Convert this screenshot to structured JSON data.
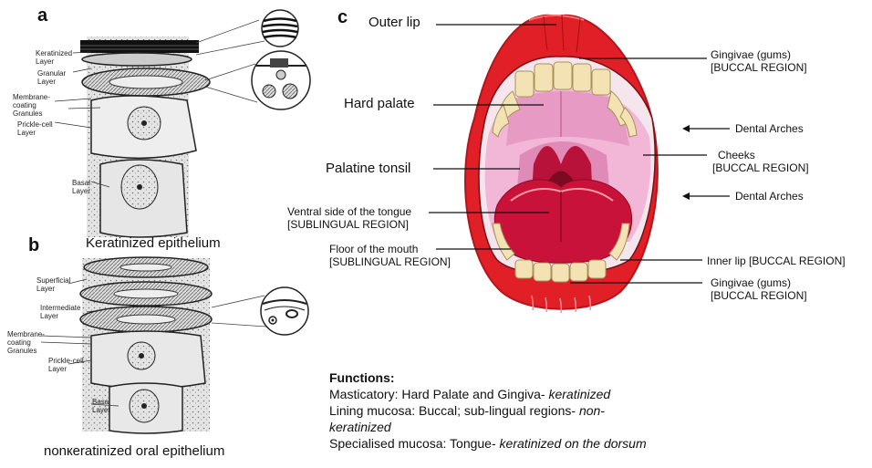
{
  "panels": {
    "a": {
      "letter": "a",
      "caption": "Keratinized epithelium",
      "labels": {
        "keratinized": [
          "Keratinized",
          "Layer"
        ],
        "granular": [
          "Granular",
          "Layer"
        ],
        "membrane": [
          "Membrane-",
          "coating",
          "Granules"
        ],
        "prickle": [
          "Prickle-cell",
          "Layer"
        ],
        "basal": [
          "Basal",
          "Layer"
        ]
      }
    },
    "b": {
      "letter": "b",
      "caption": "nonкeratinized oral epithelium",
      "labels": {
        "superficial": [
          "Superficial",
          "Layer"
        ],
        "intermediate": [
          "Intermediate",
          "Layer"
        ],
        "membrane": [
          "Membrane-",
          "coating",
          "Granules"
        ],
        "prickle": [
          "Prickle-cell",
          "Layer"
        ],
        "basal": [
          "Basal",
          "Layer"
        ]
      }
    },
    "c": {
      "letter": "c",
      "labels": {
        "outer_lip": "Outer lip",
        "hard_palate": "Hard palate",
        "palatine_tonsil": "Palatine tonsil",
        "ventral": [
          "Ventral side of the tongue",
          "[SUBLINGUAL REGION]"
        ],
        "floor": [
          "Floor of the mouth",
          "[SUBLINGUAL REGION]"
        ],
        "gingivae_top": [
          "Gingivae (gums)",
          "[BUCCAL REGION]"
        ],
        "dental_arches_1": "Dental Arches",
        "cheeks": [
          "Cheeks",
          "[BUCCAL REGION]"
        ],
        "dental_arches_2": "Dental Arches",
        "inner_lip": "Inner lip [BUCCAL REGION]",
        "gingivae_bottom": [
          "Gingivae (gums)",
          "[BUCCAL REGION]"
        ]
      }
    }
  },
  "functions": {
    "title": "Functions:",
    "lines": [
      {
        "plain": "Masticatory: Hard Palate and Gingiva- ",
        "italic": "keratinized"
      },
      {
        "plain": "Lining mucosa: Buccal; sub-lingual regions- ",
        "italic": "non-"
      },
      {
        "plain": "",
        "italic": "keratinized"
      },
      {
        "plain": "Specialised mucosa: Tongue- ",
        "italic": "keratinized on the dorsum"
      }
    ]
  },
  "colors": {
    "lip": "#e01f26",
    "tooth": "#f3e3b4",
    "palate": "#e79bc4",
    "throat": "#b8123a",
    "tongue": "#c8123a",
    "cheek": "#f2b6d6"
  }
}
